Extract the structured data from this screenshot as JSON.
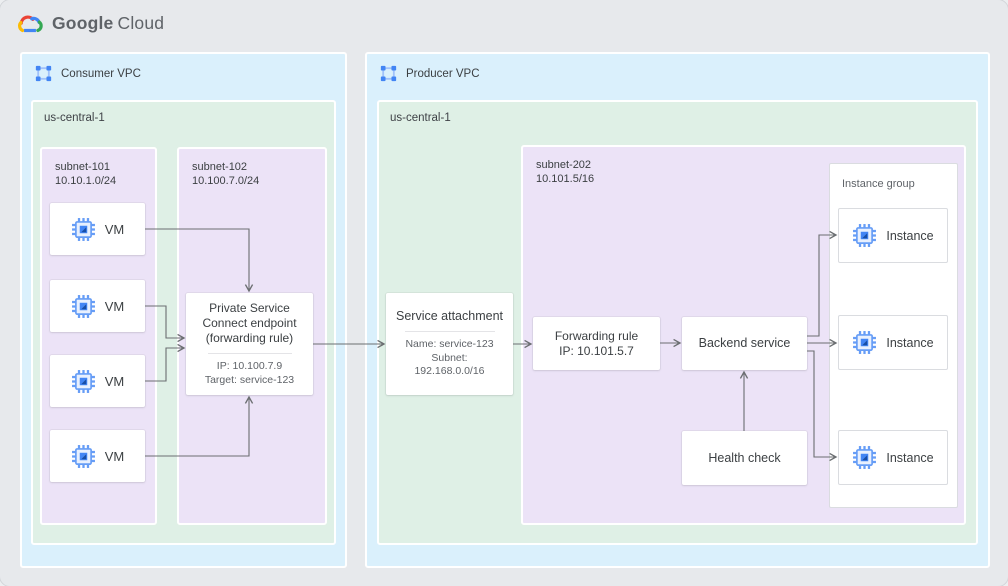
{
  "logo": {
    "brand": "Google",
    "suffix": "Cloud"
  },
  "colors": {
    "vpc_fill": "#daf0fc",
    "region_fill": "#dff0e6",
    "subnet_fill": "#ece3f7",
    "accent_blue": "#4285f4",
    "arrow_gray": "#6b6e71"
  },
  "consumer": {
    "vpc_label": "Consumer VPC",
    "region_label": "us-central-1",
    "subnet101": {
      "label": "subnet-101\n10.10.1.0/24",
      "vms": [
        {
          "label": "VM"
        },
        {
          "label": "VM"
        },
        {
          "label": "VM"
        },
        {
          "label": "VM"
        }
      ]
    },
    "subnet102": {
      "label": "subnet-102\n10.100.7.0/24"
    },
    "psc_endpoint": {
      "title1": "Private Service",
      "title2": "Connect endpoint",
      "title3": "(forwarding rule)",
      "ip": "IP: 10.100.7.9",
      "target": "Target: service-123"
    }
  },
  "producer": {
    "vpc_label": "Producer VPC",
    "region_label": "us-central-1",
    "service_attachment": {
      "title": "Service attachment",
      "name": "Name: service-123",
      "subnet_line1": "Subnet:",
      "subnet_line2": "192.168.0.0/16"
    },
    "subnet202": {
      "label": "subnet-202\n10.101.5/16"
    },
    "forwarding_rule": {
      "line1": "Forwarding rule",
      "line2": "IP: 10.101.5.7"
    },
    "backend_service": {
      "label": "Backend service"
    },
    "health_check": {
      "label": "Health check"
    },
    "instance_group": {
      "label": "Instance group",
      "instances": [
        {
          "label": "Instance"
        },
        {
          "label": "Instance"
        },
        {
          "label": "Instance"
        }
      ]
    }
  }
}
